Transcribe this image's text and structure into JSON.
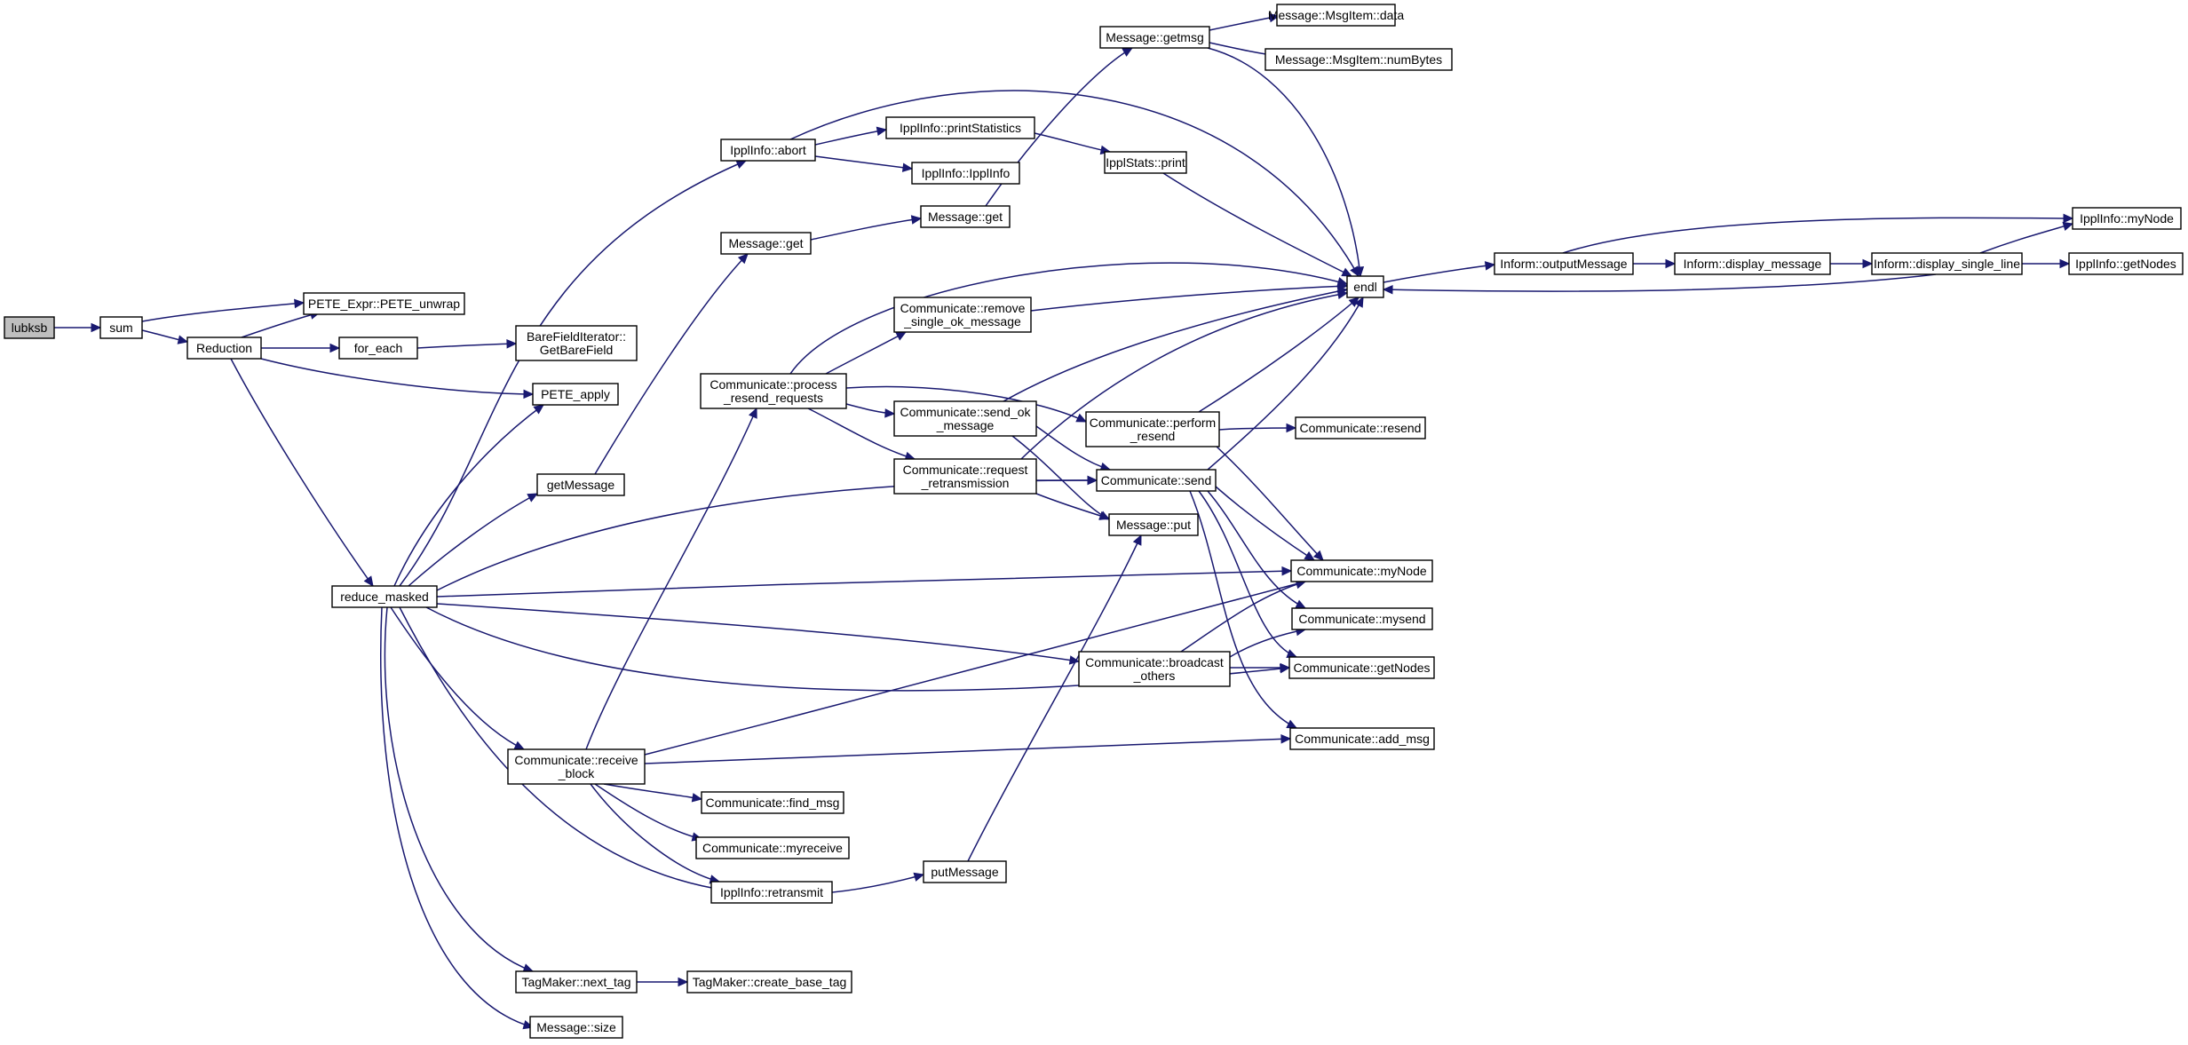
{
  "nodes": [
    {
      "id": "lubksb",
      "lines": [
        "lubksb"
      ],
      "root": true
    },
    {
      "id": "sum",
      "lines": [
        "sum"
      ]
    },
    {
      "id": "reduction",
      "lines": [
        "Reduction"
      ]
    },
    {
      "id": "pete_unwrap",
      "lines": [
        "PETE_Expr::PETE_unwrap"
      ]
    },
    {
      "id": "for_each",
      "lines": [
        "for_each"
      ]
    },
    {
      "id": "barefield",
      "lines": [
        "BareFieldIterator::",
        "GetBareField"
      ]
    },
    {
      "id": "pete_apply",
      "lines": [
        "PETE_apply"
      ]
    },
    {
      "id": "reduce_masked",
      "lines": [
        "reduce_masked"
      ]
    },
    {
      "id": "getmessage",
      "lines": [
        "getMessage"
      ]
    },
    {
      "id": "ipplinfo_abort",
      "lines": [
        "IpplInfo::abort"
      ]
    },
    {
      "id": "printstats",
      "lines": [
        "IpplInfo::printStatistics"
      ]
    },
    {
      "id": "ipplinfo_ctor",
      "lines": [
        "IpplInfo::IpplInfo"
      ]
    },
    {
      "id": "ipplstats_print",
      "lines": [
        "IpplStats::print"
      ]
    },
    {
      "id": "message_get",
      "lines": [
        "Message::get"
      ]
    },
    {
      "id": "message_getmsg",
      "lines": [
        "Message::getmsg"
      ]
    },
    {
      "id": "msgitem_data",
      "lines": [
        "Message::MsgItem::data"
      ]
    },
    {
      "id": "msgitem_numbytes",
      "lines": [
        "Message::MsgItem::numBytes"
      ]
    },
    {
      "id": "message_get2",
      "lines": [
        "Message::get"
      ]
    },
    {
      "id": "remove_single",
      "lines": [
        "Communicate::remove",
        "_single_ok_message"
      ]
    },
    {
      "id": "process_resend",
      "lines": [
        "Communicate::process",
        "_resend_requests"
      ]
    },
    {
      "id": "send_ok",
      "lines": [
        "Communicate::send_ok",
        "_message"
      ]
    },
    {
      "id": "request_retrans",
      "lines": [
        "Communicate::request",
        "_retransmission"
      ]
    },
    {
      "id": "perform_resend",
      "lines": [
        "Communicate::perform",
        "_resend"
      ]
    },
    {
      "id": "comm_send",
      "lines": [
        "Communicate::send"
      ]
    },
    {
      "id": "message_put",
      "lines": [
        "Message::put"
      ]
    },
    {
      "id": "comm_resend",
      "lines": [
        "Communicate::resend"
      ]
    },
    {
      "id": "endl",
      "lines": [
        "endl"
      ]
    },
    {
      "id": "outputmessage",
      "lines": [
        "Inform::outputMessage"
      ]
    },
    {
      "id": "display_message",
      "lines": [
        "Inform::display_message"
      ]
    },
    {
      "id": "display_single",
      "lines": [
        "Inform::display_single_line"
      ]
    },
    {
      "id": "ippl_mynode",
      "lines": [
        "IpplInfo::myNode"
      ]
    },
    {
      "id": "ippl_getnodes",
      "lines": [
        "IpplInfo::getNodes"
      ]
    },
    {
      "id": "comm_mynode",
      "lines": [
        "Communicate::myNode"
      ]
    },
    {
      "id": "comm_mysend",
      "lines": [
        "Communicate::mysend"
      ]
    },
    {
      "id": "comm_getnodes",
      "lines": [
        "Communicate::getNodes"
      ]
    },
    {
      "id": "broadcast_others",
      "lines": [
        "Communicate::broadcast",
        "_others"
      ]
    },
    {
      "id": "add_msg",
      "lines": [
        "Communicate::add_msg"
      ]
    },
    {
      "id": "receive_block",
      "lines": [
        "Communicate::receive",
        "_block"
      ]
    },
    {
      "id": "find_msg",
      "lines": [
        "Communicate::find_msg"
      ]
    },
    {
      "id": "myreceive",
      "lines": [
        "Communicate::myreceive"
      ]
    },
    {
      "id": "retransmit",
      "lines": [
        "IpplInfo::retransmit"
      ]
    },
    {
      "id": "putmessage",
      "lines": [
        "putMessage"
      ]
    },
    {
      "id": "next_tag",
      "lines": [
        "TagMaker::next_tag"
      ]
    },
    {
      "id": "create_base_tag",
      "lines": [
        "TagMaker::create_base_tag"
      ]
    },
    {
      "id": "message_size",
      "lines": [
        "Message::size"
      ]
    }
  ]
}
